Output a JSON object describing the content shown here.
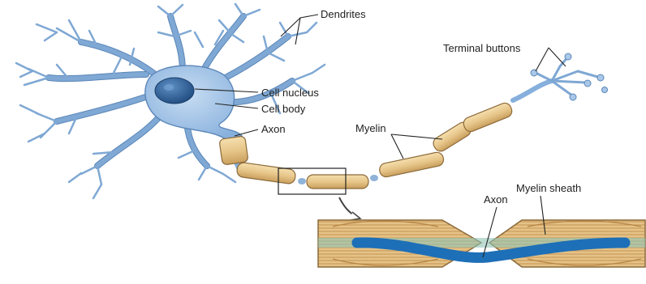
{
  "labels": {
    "dendrites": "Dendrites",
    "terminal_buttons": "Terminal buttons",
    "cell_nucleus": "Cell nucleus",
    "cell_body": "Cell body",
    "axon": "Axon",
    "myelin": "Myelin",
    "inset_axon": "Axon",
    "myelin_sheath": "Myelin sheath"
  },
  "colors": {
    "neuron_blue": "#a9c7e8",
    "neuron_edge": "#5b86b8",
    "nucleus": "#2f5f96",
    "myelin": "#e8c98e",
    "myelin_edge": "#8c6a3a",
    "axon_core": "#1d6fb8"
  }
}
